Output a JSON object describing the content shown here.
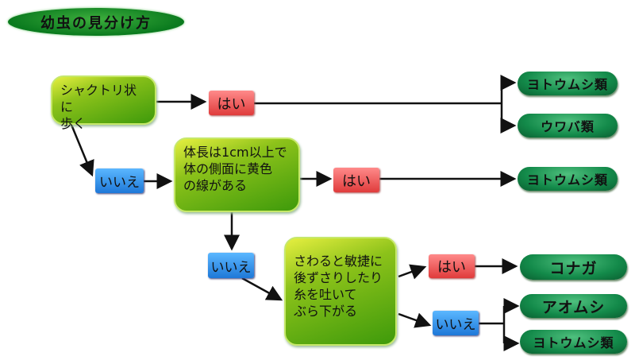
{
  "title": "幼虫の見分け方",
  "questions": {
    "q1": "シャクトリ状に\n歩く",
    "q2": "体長は1cm以上で\n体の側面に黄色\nの線がある",
    "q3": "さわると敏捷に\n後ずさりしたり\n糸を吐いて\nぶら下がる"
  },
  "answers": {
    "yes": "はい",
    "no": "いいえ"
  },
  "results": {
    "r1": "ヨトウムシ類",
    "r2": "ウワバ類",
    "r3": "ヨトウムシ類",
    "r4": "コナガ",
    "r5": "アオムシ",
    "r6": "ヨトウムシ類"
  }
}
